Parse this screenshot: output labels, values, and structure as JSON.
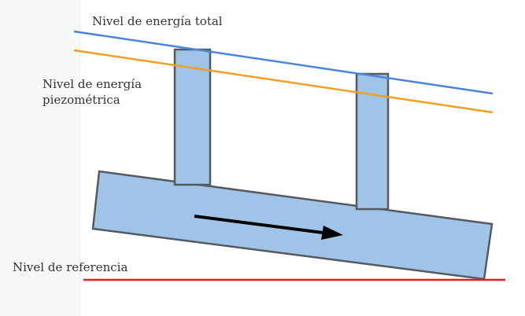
{
  "labels": {
    "total_energy": "Nivel de energía total",
    "piezometric_line1": "Nivel de energía",
    "piezometric_line2": "piezométrica",
    "reference": "Nivel de referencia"
  },
  "colors": {
    "total_energy_line": "#4a86d8",
    "piezometric_line": "#f0a020",
    "reference_line": "#e02020",
    "pipe_fill": "#a0c4e8",
    "pipe_stroke": "#555a60",
    "flow_arrow": "#000000"
  },
  "icons": {
    "flow": "flow-direction-arrow-icon"
  }
}
